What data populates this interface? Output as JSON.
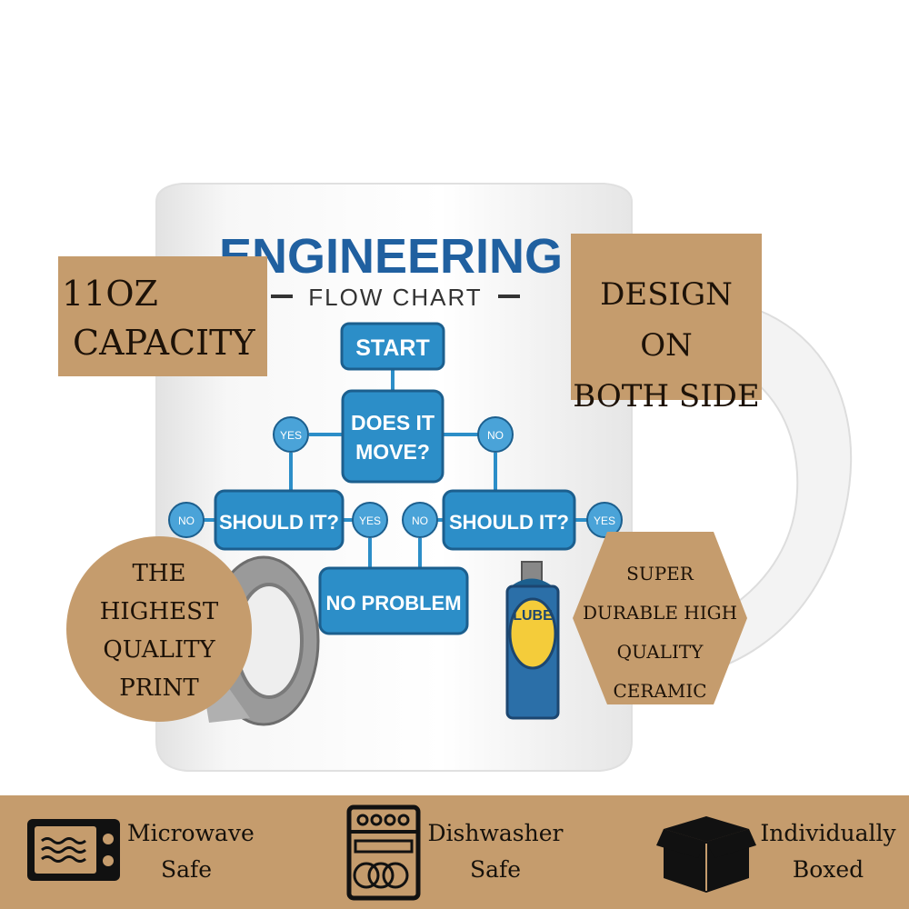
{
  "mug": {
    "title": "ENGINEERING",
    "subtitle": "FLOW CHART",
    "flowchart": {
      "start": "START",
      "question_line1": "DOES IT",
      "question_line2": "MOVE?",
      "yes": "YES",
      "no": "NO",
      "should_it": "SHOULD IT?",
      "no_problem": "NO PROBLEM",
      "lube": "LUBE"
    },
    "colors": {
      "blue": "#2c8ec8",
      "dark_blue": "#1c5f8e",
      "title": "#2060a0"
    }
  },
  "badges": {
    "capacity": {
      "line1": "11OZ",
      "line2": "CAPACITY"
    },
    "design": {
      "line1": "DESIGN ON",
      "line2": "BOTH SIDE"
    },
    "print": {
      "line1": "THE",
      "line2": "HIGHEST",
      "line3": "QUALITY",
      "line4": "PRINT"
    },
    "ceramic": {
      "line1": "SUPER",
      "line2": "DURABLE HIGH",
      "line3": "QUALITY CERAMIC"
    },
    "color": "#c59c6d"
  },
  "footer": {
    "microwave": {
      "icon": "microwave-icon",
      "line1": "Microwave",
      "line2": "Safe"
    },
    "dishwasher": {
      "icon": "dishwasher-icon",
      "line1": "Dishwasher",
      "line2": "Safe"
    },
    "boxed": {
      "icon": "box-icon",
      "line1": "Individually",
      "line2": "Boxed"
    }
  }
}
